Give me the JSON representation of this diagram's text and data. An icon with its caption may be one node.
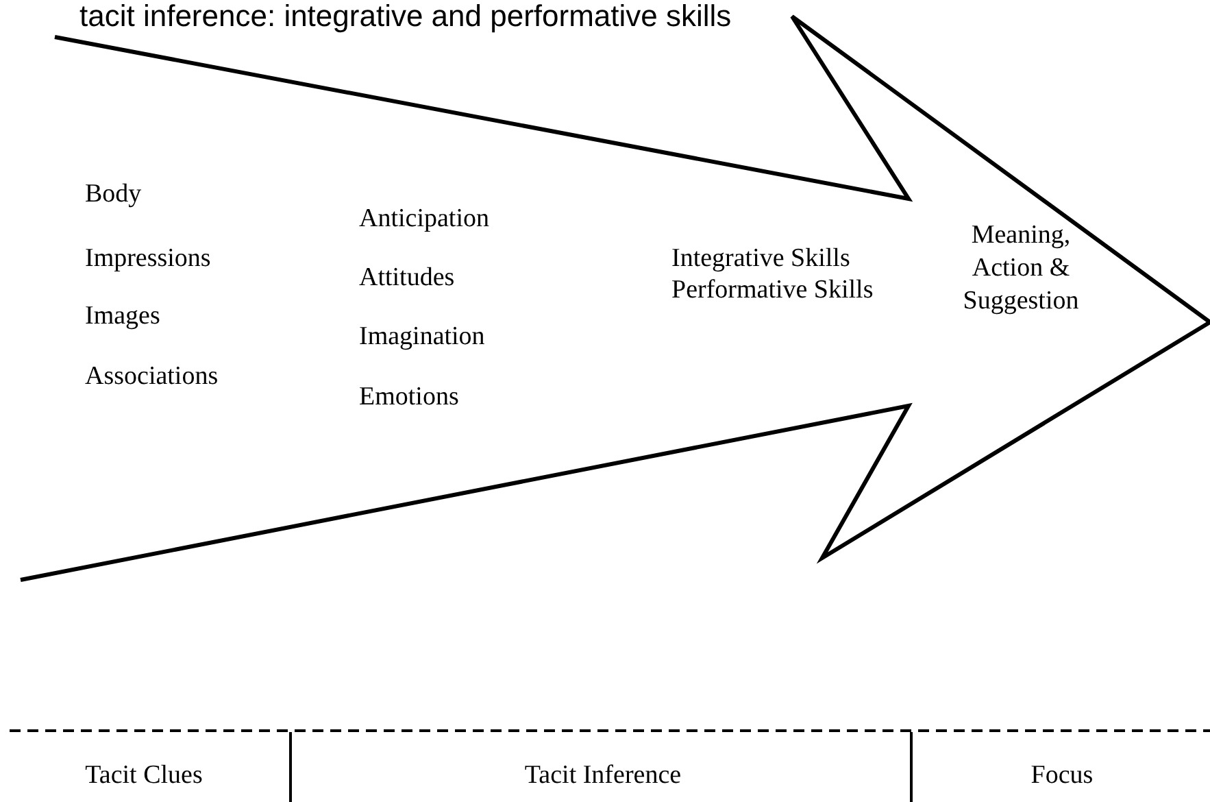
{
  "diagram": {
    "title": "tacit inference: integrative and performative skills",
    "labels": [
      "Body",
      "Impressions",
      "Images",
      "Associations",
      "Anticipation",
      "Attitudes",
      "Imagination",
      "Emotions",
      "Integrative Skills",
      "Performative Skills",
      "Meaning, Action & Suggestion",
      "Tacit Clues",
      "Tacit Inference",
      "Focus"
    ]
  }
}
